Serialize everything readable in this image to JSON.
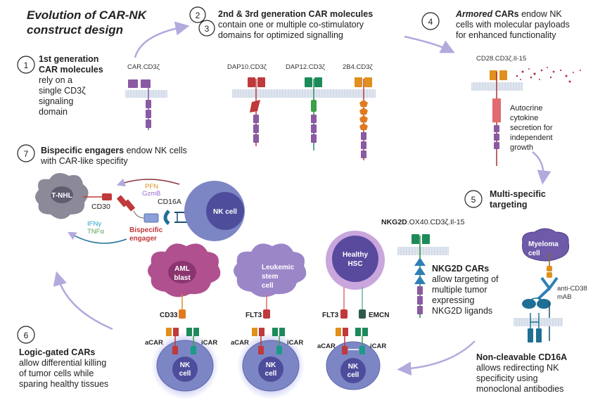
{
  "title": {
    "line1": "Evolution of CAR-NK",
    "line2": "construct design"
  },
  "steps": {
    "s1": {
      "num": "1",
      "head1": "1st generation",
      "head2": "CAR molecules",
      "body": [
        "rely on a",
        "single CD3ζ",
        "signaling",
        "domain"
      ],
      "construct": "CAR.CD3ζ"
    },
    "s23": {
      "num_a": "2",
      "num_b": "3",
      "head": "2nd & 3rd generation CAR molecules",
      "body": [
        "contain one or multiple co-stimulatory",
        "domains for optimized signalling"
      ],
      "constructs": [
        "DAP10.CD3ζ",
        "DAP12.CD3ζ",
        "2B4.CD3ζ"
      ]
    },
    "s4": {
      "num": "4",
      "head_italic": "Armored",
      "head_bold": " CARs",
      "head_rest": " endow NK",
      "body": [
        "cells with molecular payloads",
        "for enhanced functionality"
      ],
      "construct": "CD28.CD3ζ.Il-15",
      "note": [
        "Autocrine",
        "cytokine",
        "secretion for",
        "independent",
        "growth"
      ]
    },
    "s5": {
      "num": "5",
      "head": [
        "Multi-specific",
        "targeting"
      ],
      "construct_bold": "NKG2D",
      "construct_rest": ".OX40.CD3ζ.Il-15",
      "nkg2d_head": "NKG2D CARs",
      "nkg2d_body": [
        "allow targeting of",
        "multiple tumor",
        "expressing",
        "NKG2D ligands"
      ],
      "myeloma": [
        "Myeloma",
        "cell"
      ],
      "antibody": [
        "anti-CD38",
        "mAB"
      ],
      "cd16_head": "Non-cleavable CD16A",
      "cd16_body": [
        "allows redirecting NK",
        "specificity using",
        "monoclonal antibodies"
      ]
    },
    "s6": {
      "num": "6",
      "head": "Logic-gated CARs",
      "body": [
        "allow differential killing",
        "of  tumor cells while",
        "sparing healthy tissues"
      ],
      "panels": [
        {
          "cell": [
            "AML",
            "blast"
          ],
          "antigen": "CD33",
          "acar": "aCAR",
          "icar": "iCAR",
          "nk": [
            "NK",
            "cell"
          ]
        },
        {
          "cell": [
            "Leukemic",
            "stem",
            "cell"
          ],
          "antigen": "FLT3",
          "acar": "aCAR",
          "icar": "iCAR",
          "nk": [
            "NK",
            "cell"
          ]
        },
        {
          "cell": [
            "Healthy",
            "HSC"
          ],
          "antigen": "FLT3",
          "antigen2": "EMCN",
          "acar": "aCAR",
          "icar": "iCAR",
          "nk": [
            "NK",
            "cell"
          ]
        }
      ]
    },
    "s7": {
      "num": "7",
      "head_bold": "Bispecific engagers",
      "head_rest": " endow NK cells",
      "body": "with CAR-like specifity",
      "target": "T-NHL",
      "antigen": "CD30",
      "receptor": "CD16A",
      "engager": [
        "Bispecific",
        "engager"
      ],
      "nk": "NK cell",
      "out1": "PFN",
      "out2": "GzmB",
      "in1": "IFNγ",
      "in2": "TNFα"
    }
  },
  "colors": {
    "arrow": "#b3a9dd",
    "purple": "#8a5aa3",
    "red": "#c0393b",
    "green": "#1d8a5a",
    "orange": "#e0901e",
    "nk": "#7d86c4",
    "nk_nucleus": "#4e4d9c",
    "blue": "#2f7fb6"
  }
}
